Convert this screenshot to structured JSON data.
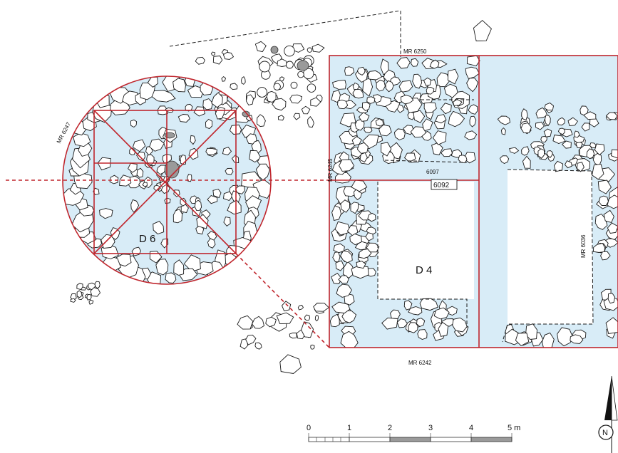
{
  "plan": {
    "labels": {
      "d6": "D 6",
      "d4": "D 4",
      "mr6250": "MR 6250",
      "mr6247": "MR 6247",
      "mr6245": "MR 6245",
      "mr6242": "MR 6242",
      "mr6036": "MR 6036",
      "u6097": "6097",
      "u6092": "6092"
    },
    "scale": {
      "ticks": [
        "0",
        "1",
        "2",
        "3",
        "4",
        "5 m"
      ]
    },
    "north": "N",
    "colors": {
      "construction_line": "#c0262d",
      "fill": "#d8ecf7",
      "stone_stroke": "#1a1a1a",
      "dark_stone": "#9a9a9a"
    }
  }
}
